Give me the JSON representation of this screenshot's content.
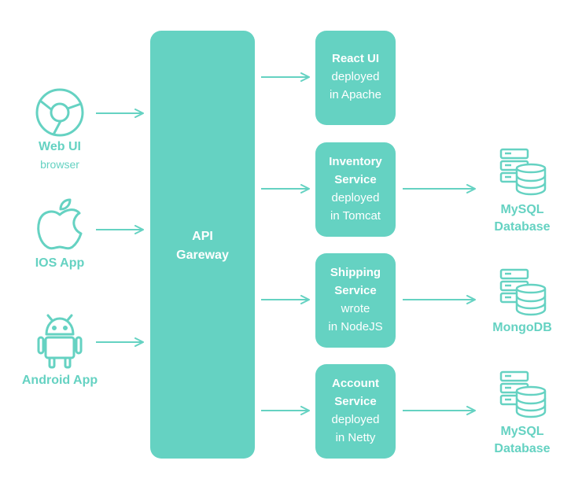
{
  "colors": {
    "accent": "#65d2c2",
    "box_text": "#ffffff"
  },
  "clients": [
    {
      "icon": "chrome-icon",
      "title": "Web UI",
      "subtitle": "browser"
    },
    {
      "icon": "apple-icon",
      "title": "IOS App",
      "subtitle": ""
    },
    {
      "icon": "android-icon",
      "title": "Android App",
      "subtitle": ""
    }
  ],
  "gateway": {
    "line1": "API",
    "line2": "Gareway"
  },
  "services": [
    {
      "title1": "React UI",
      "title2": "",
      "line3": "deployed",
      "line4": "in Apache"
    },
    {
      "title1": "Inventory",
      "title2": "Service",
      "line3": "deployed",
      "line4": "in Tomcat"
    },
    {
      "title1": "Shipping",
      "title2": "Service",
      "line3": "wrote",
      "line4": "in NodeJS"
    },
    {
      "title1": "Account",
      "title2": "Service",
      "line3": "deployed",
      "line4": "in Netty"
    }
  ],
  "databases": [
    {
      "icon": "database-server-icon",
      "line1": "MySQL",
      "line2": "Database"
    },
    {
      "icon": "database-server-icon",
      "line1": "MongoDB",
      "line2": ""
    },
    {
      "icon": "database-server-icon",
      "line1": "MySQL",
      "line2": "Database"
    }
  ]
}
